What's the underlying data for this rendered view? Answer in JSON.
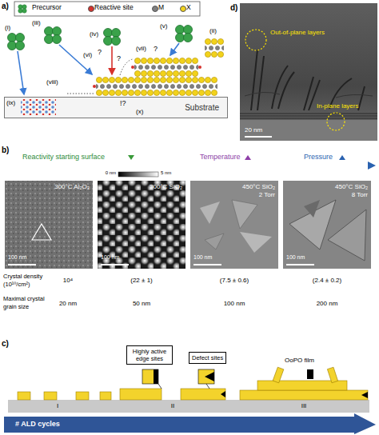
{
  "diagram": {
    "nodes": [
      {
        "text": [
          "Substrate"
        ]
      },
      {
        "text": [
          "Highly active edge sites"
        ]
      },
      {
        "text": [
          "Defect sites"
        ]
      },
      {
        "text": [
          "# ALD cycles"
        ]
      }
    ],
    "labels": [
      "a)",
      "(i)",
      "(ii)",
      "(iii)",
      "(iv)",
      "(v)",
      "(vi)",
      "(vii)",
      "(viii)",
      "(ix)",
      "(x)",
      "?",
      "?",
      "?",
      "!?",
      "d)",
      "Out-of-plane layers",
      "In-plane layers",
      "20 nm",
      "b)",
      "Reactivity starting surface",
      "Temperature",
      "Pressure",
      "0 nm",
      "5 nm",
      "300°C Al₂O₃",
      "300°C SiO₂",
      "450°C SiO₂",
      "2 Torr",
      "450°C SiO₂",
      "8 Torr",
      "100 nm",
      "100 nm",
      "100 nm",
      "100 nm",
      "Crystal density",
      "(10¹⁰/cm²)",
      "10⁴",
      "(22 ± 1)",
      "(7.5 ± 0.6)",
      "(2.4 ± 0.2)",
      "Maximal crystal",
      "grain size",
      "20 nm",
      "50 nm",
      "100 nm",
      "200 nm",
      "c)",
      "I",
      "II",
      "III",
      "OoPO film"
    ],
    "legend": [
      {
        "text": "Precursor"
      },
      {
        "text": "Reactive site",
        "color": "#d6322c"
      },
      {
        "text": "M",
        "color": "#7f7f7f"
      },
      {
        "text": "X",
        "color": "#f2d21b"
      }
    ]
  }
}
